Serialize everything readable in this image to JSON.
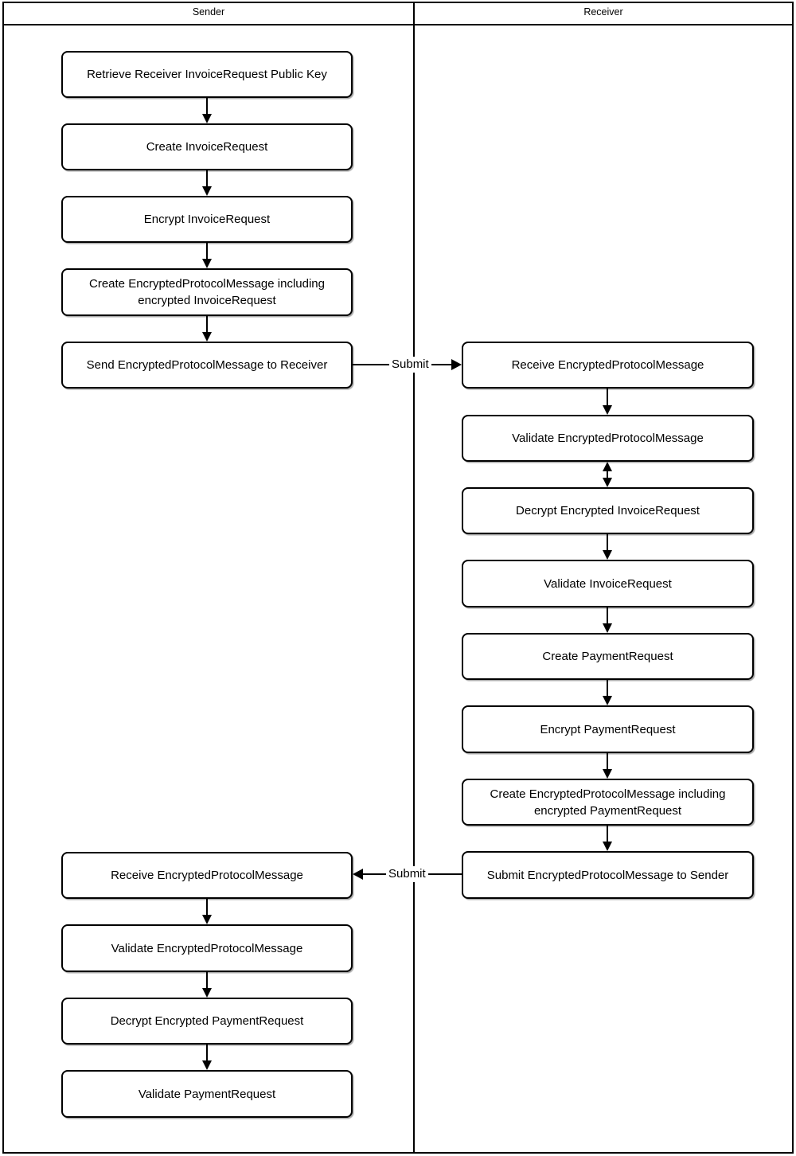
{
  "flow": {
    "lanes": [
      {
        "title": "Sender"
      },
      {
        "title": "Receiver"
      }
    ],
    "sender_steps": [
      "Retrieve Receiver InvoiceRequest Public Key",
      "Create InvoiceRequest",
      "Encrypt InvoiceRequest",
      "Create EncryptedProtocolMessage including encrypted InvoiceRequest",
      "Send EncryptedProtocolMessage to Receiver",
      "Receive EncryptedProtocolMessage",
      "Validate EncryptedProtocolMessage",
      "Decrypt Encrypted PaymentRequest",
      "Validate PaymentRequest"
    ],
    "receiver_steps": [
      "Receive EncryptedProtocolMessage",
      "Validate EncryptedProtocolMessage",
      "Decrypt Encrypted InvoiceRequest",
      "Validate InvoiceRequest",
      "Create PaymentRequest",
      "Encrypt PaymentRequest",
      "Create EncryptedProtocolMessage including encrypted PaymentRequest",
      "Submit EncryptedProtocolMessage to Sender"
    ],
    "transfer_labels": [
      "Submit",
      "Submit"
    ],
    "colors": {
      "line": "#000000",
      "node_fill": "#ffffff",
      "text": "#000000",
      "background": "#ffffff"
    }
  }
}
